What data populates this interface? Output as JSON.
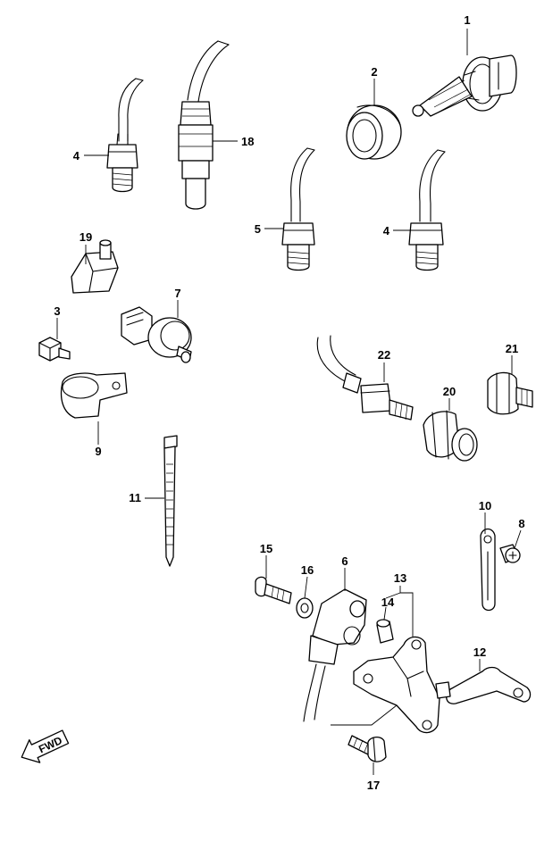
{
  "labels": {
    "p1": "1",
    "p2": "2",
    "p3": "3",
    "p4a": "4",
    "p4b": "4",
    "p5": "5",
    "p6": "6",
    "p7": "7",
    "p8": "8",
    "p9": "9",
    "p10": "10",
    "p11": "11",
    "p12": "12",
    "p13": "13",
    "p14": "14",
    "p15": "15",
    "p16": "16",
    "p17": "17",
    "p18": "18",
    "p19": "19",
    "p20": "20",
    "p21": "21",
    "p22": "22"
  },
  "fwd": "FWD",
  "colors": {
    "line": "#000000",
    "background": "#ffffff"
  }
}
